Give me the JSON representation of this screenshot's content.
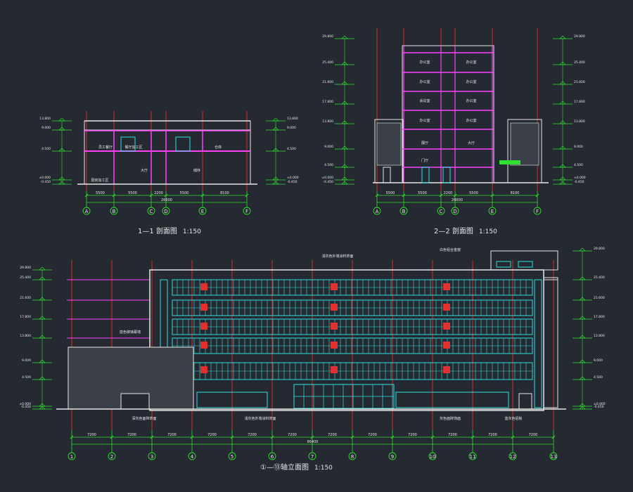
{
  "section_1": {
    "title": "1—1 剖面图",
    "scale": "1:150",
    "axes": [
      "A",
      "B",
      "C",
      "D",
      "E",
      "F"
    ],
    "dims": [
      "5500",
      "5500",
      "2200",
      "5500",
      "8100"
    ],
    "total": "26600",
    "rooms": [
      "员工餐厅",
      "餐厅加工区",
      "厨房加工区",
      "大厅",
      "仓库",
      "储存"
    ],
    "levels": [
      "13.800",
      "9.000",
      "4.500",
      "±0.000",
      "-0.450"
    ]
  },
  "section_2": {
    "title": "2—2 剖面图",
    "scale": "1:150",
    "axes": [
      "A",
      "B",
      "C",
      "D",
      "E",
      "F"
    ],
    "dims": [
      "5500",
      "5500",
      "2200",
      "5500",
      "8100"
    ],
    "total": "26600",
    "rooms": [
      "办公室",
      "办公室",
      "办公室",
      "办公室",
      "会议室",
      "办公室",
      "办公室",
      "办公室",
      "展厅",
      "大厅",
      "门厅"
    ],
    "levels": [
      "29.800",
      "25.400",
      "21.600",
      "17.800",
      "13.800",
      "9.000",
      "4.500",
      "±0.000",
      "-0.450"
    ]
  },
  "elevation": {
    "title": "①—⑬轴立面图",
    "scale": "1:150",
    "axes": [
      "1",
      "2",
      "3",
      "4",
      "5",
      "6",
      "7",
      "8",
      "9",
      "10",
      "11",
      "12",
      "13"
    ],
    "dims": [
      "7200",
      "7200",
      "7200",
      "7200",
      "7200",
      "7200",
      "7200",
      "7200",
      "7200",
      "7200",
      "7200",
      "7200"
    ],
    "total": "86400",
    "notes": [
      "浅灰色外墙涂料饰面",
      "白色铝合金窗",
      "蓝色玻璃幕墙",
      "深灰色面砖饰面",
      "浅灰色外墙涂料饰面",
      "灰色面砖饰面",
      "蓝灰色铝板"
    ],
    "levels": [
      "29.800",
      "25.400",
      "21.600",
      "17.800",
      "13.800",
      "9.000",
      "4.500",
      "±0.000",
      "-0.450"
    ]
  },
  "colors": {
    "background": "#252a32",
    "axis": "#ff3030",
    "dim": "#2fe02f",
    "wall": "#ff40ff",
    "glass": "#30e0e0",
    "text": "#e6e6e6"
  }
}
